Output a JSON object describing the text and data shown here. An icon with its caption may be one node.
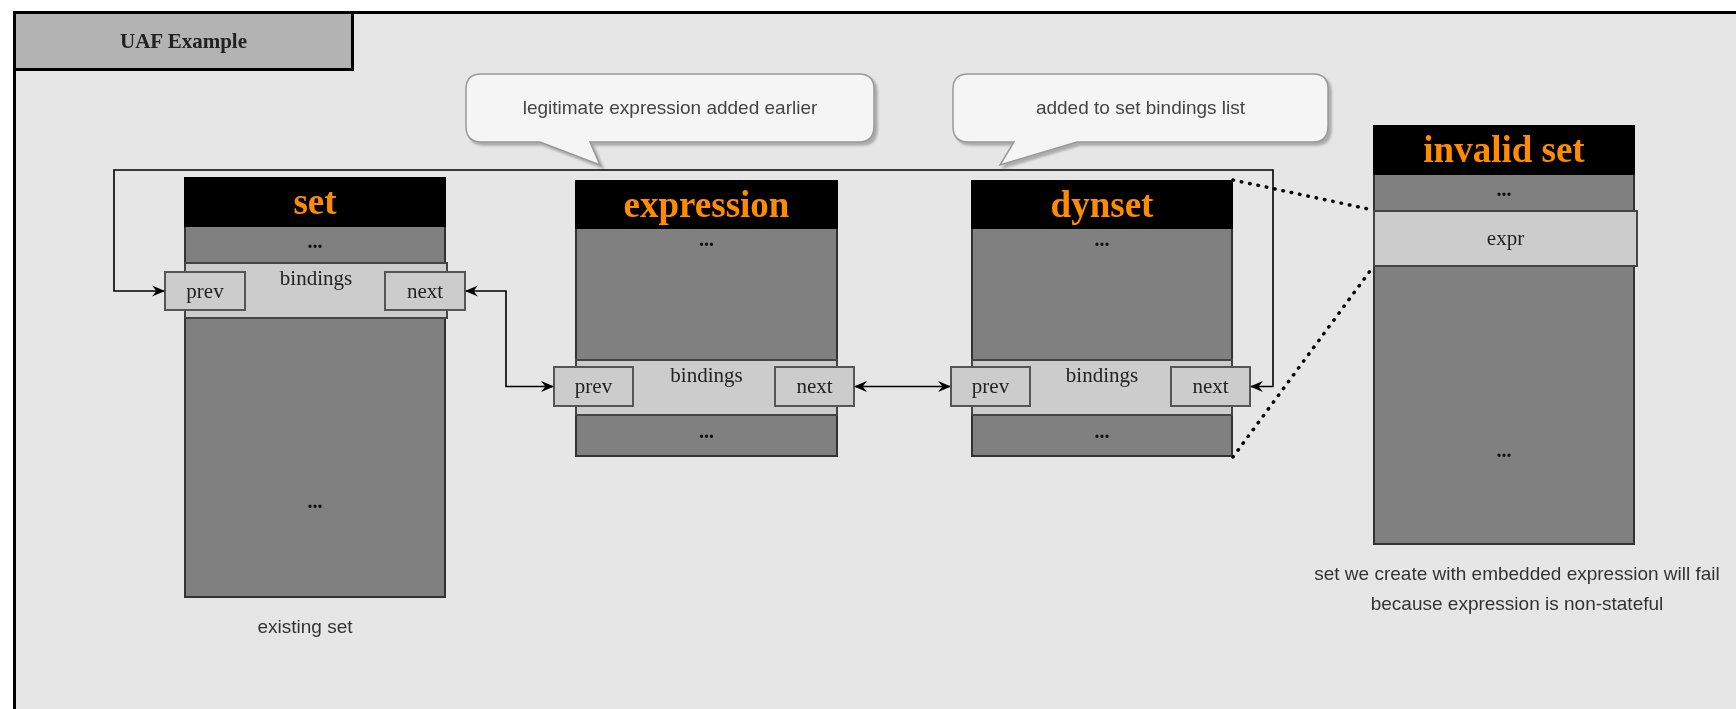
{
  "diagram": {
    "nodes": [
      {
        "text": [
          "UAF Example"
        ]
      },
      {
        "text": [
          "legitimate expression added earlier"
        ],
        "in": 0
      },
      {
        "text": [
          "added to set bindings list"
        ],
        "in": 0
      },
      {
        "text": [
          "set",
          "...",
          "..."
        ],
        "beside": [
          "existing set"
        ],
        "in": 0
      },
      {
        "text": [
          "bindings"
        ],
        "in": 3
      },
      {
        "text": [
          "prev"
        ],
        "in": 0
      },
      {
        "text": [
          "next"
        ],
        "in": 0
      },
      {
        "text": [
          "expression",
          "...",
          "..."
        ],
        "in": 0
      },
      {
        "text": [
          "bindings"
        ],
        "in": 7
      },
      {
        "text": [
          "prev"
        ],
        "in": 0
      },
      {
        "text": [
          "next"
        ],
        "in": 0
      },
      {
        "text": [
          "dynset",
          "...",
          "..."
        ],
        "in": 0
      },
      {
        "text": [
          "bindings"
        ],
        "in": 11
      },
      {
        "text": [
          "prev"
        ],
        "in": 0
      },
      {
        "text": [
          "next"
        ],
        "in": 0
      },
      {
        "text": [
          "invalid set",
          "...",
          "..."
        ],
        "beside": [
          "set we create with embedded expression will fail because expression is non-stateful"
        ],
        "in": 0
      },
      {
        "text": [
          "expr"
        ],
        "in": 15
      }
    ],
    "edges": [
      {
        "from": 6,
        "to": 9,
        "arrow": "both"
      },
      {
        "from": 10,
        "to": 13,
        "arrow": "both"
      },
      {
        "from": 14,
        "to": 5,
        "arrow": "both"
      },
      {
        "from": 11,
        "to": 16,
        "arrow": "none",
        "style": "dashed"
      },
      {
        "from": 11,
        "to": 16,
        "arrow": "none",
        "style": "dashed"
      }
    ]
  }
}
